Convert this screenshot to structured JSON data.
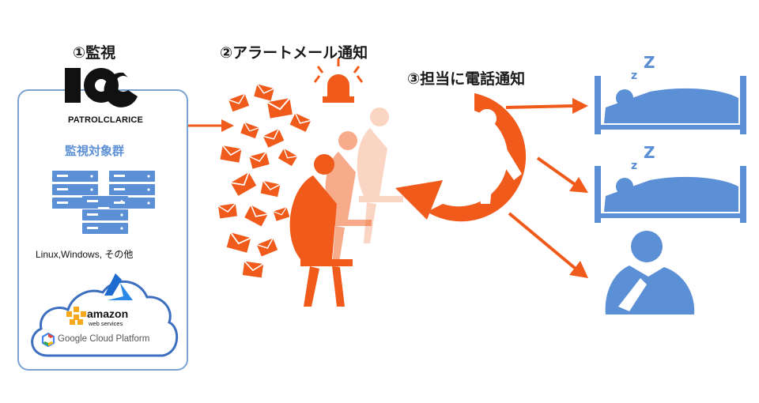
{
  "steps": {
    "monitor": "①監視",
    "alert_mail": "②アラートメール通知",
    "phone": "③担当に電話通知"
  },
  "monitor_box": {
    "logo_text": "PATROLCLARICE",
    "target_group": "監視対象群",
    "os_list": "Linux,Windows, その他",
    "aws_name": "amazon",
    "aws_sub": "web services",
    "gcp_name": "Google Cloud Platform"
  },
  "colors": {
    "accent_orange": "#f05a1a",
    "people_blue": "#5b8fd6",
    "box_border": "#7aa3d4"
  },
  "icons": [
    "server-rack-icon",
    "cloud-icon",
    "azure-icon",
    "aws-icon",
    "gcp-icon",
    "envelope-icon",
    "siren-icon",
    "bed-icon",
    "sleeping-person-icon",
    "thinking-person-icon"
  ]
}
